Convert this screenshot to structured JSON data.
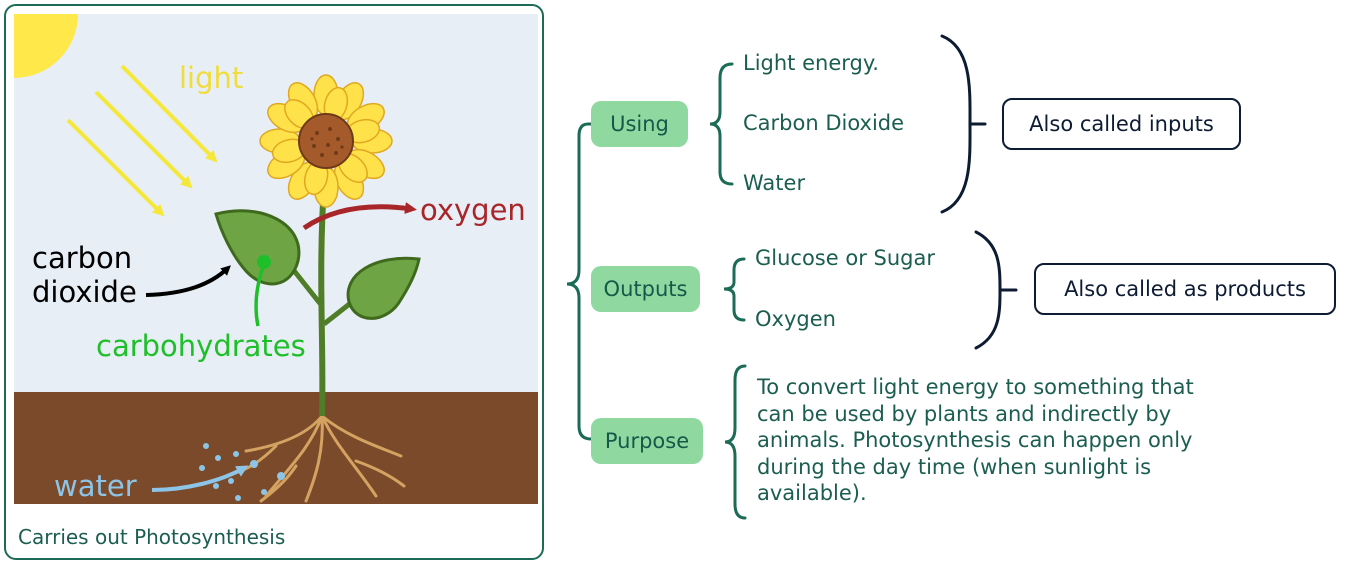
{
  "image": {
    "labels": {
      "light": "light",
      "oxygen": "oxygen",
      "carbon_dioxide_line1": "carbon",
      "carbon_dioxide_line2": "dioxide",
      "carbohydrates": "carbohydrates",
      "water": "water"
    },
    "caption": "Carries out Photosynthesis",
    "colors": {
      "sky": "#e8eef5",
      "soil": "#7a4a2a",
      "sun": "#ffe84a",
      "light_rays": "#f5e83a",
      "oxygen": "#a8262a",
      "carbohydrates": "#1fbf2a",
      "water": "#8cc5e8",
      "stem": "#4f7d28",
      "leaf": "#6ea444",
      "petal": "#ffe14a",
      "flower_center": "#a55a2c",
      "roots": "#d4a261"
    }
  },
  "mindmap": {
    "using": {
      "label": "Using",
      "items": [
        "Light energy.",
        "Carbon Dioxide",
        "Water"
      ],
      "note": "Also called inputs"
    },
    "outputs": {
      "label": "Outputs",
      "items": [
        "Glucose or Sugar",
        "Oxygen"
      ],
      "note": "Also called as products"
    },
    "purpose": {
      "label": "Purpose",
      "text": "To convert light energy to something that can be used by plants and indirectly by animals. Photosynthesis can happen only during the day time (when sunlight is available)."
    },
    "colors": {
      "branch": "#1b6b57",
      "pill": "#8fd9a0",
      "note_border": "#0d1b33"
    }
  }
}
